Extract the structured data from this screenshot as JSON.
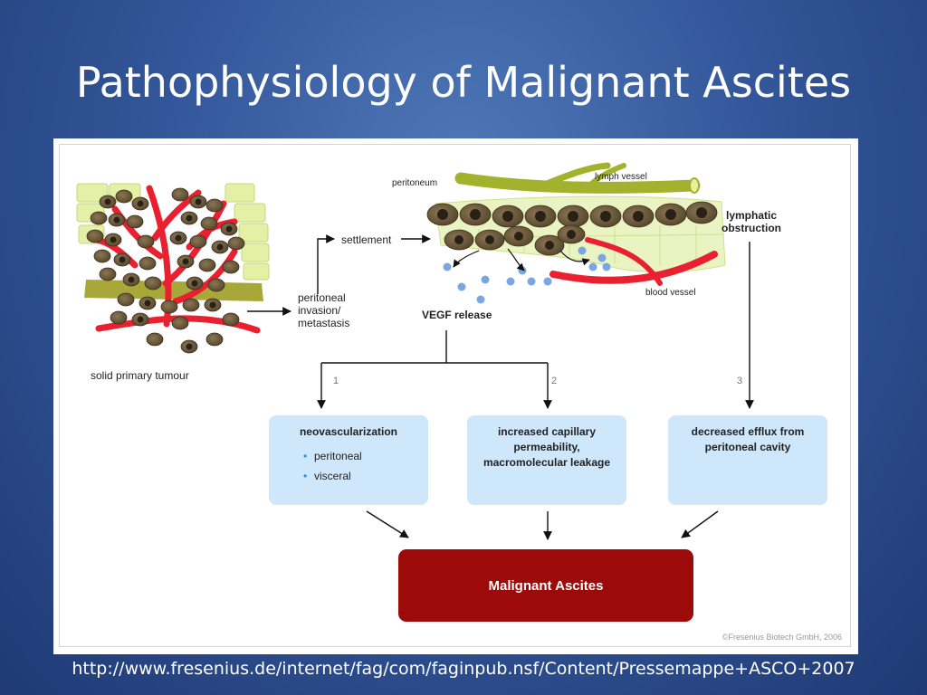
{
  "slide": {
    "title": "Pathophysiology of Malignant Ascites",
    "source_url": "http://www.fresenius.de/internet/fag/com/faginpub.nsf/Content/Pressemappe+ASCO+2007"
  },
  "figure": {
    "labels": {
      "primary_tumour": "solid primary tumour",
      "invasion": [
        "peritoneal",
        "invasion/",
        "metastasis"
      ],
      "settlement": "settlement",
      "peritoneum": "peritoneum",
      "lymph_vessel": "lymph vessel",
      "blood_vessel": "blood vessel",
      "lymphatic_obstruction": [
        "lymphatic",
        "obstruction"
      ],
      "vegf_release": "VEGF release"
    },
    "steps": [
      "1",
      "2",
      "3"
    ],
    "boxes": {
      "neovascularization": {
        "title": "neovascularization",
        "items": [
          "peritoneal",
          "visceral"
        ]
      },
      "permeability": {
        "lines": [
          "increased capillary",
          "permeability,",
          "macromolecular leakage"
        ]
      },
      "efflux": {
        "lines": [
          "decreased efflux from",
          "peritoneal cavity"
        ]
      }
    },
    "result": "Malignant Ascites",
    "copyright": "©Fresenius Biotech GmbH, 2006",
    "bullet_glyph": "•"
  },
  "colors": {
    "background": "#33579a",
    "box_fill": "#cfe7fb",
    "result_fill": "#9c0a0a",
    "vessel_red": "#e8202f",
    "cell_brown": "#6b5a3a",
    "tissue_yellow": "#e3f0a6"
  }
}
